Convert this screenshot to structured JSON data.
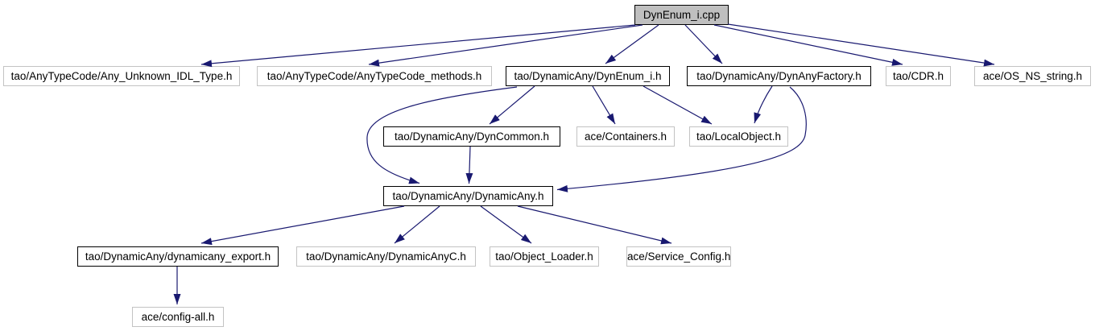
{
  "diagram": {
    "kind": "include-dependency-graph",
    "root_file": "DynEnum_i.cpp",
    "colors": {
      "background": "#ffffff",
      "edge": "#191970",
      "text": "#000000",
      "root_fill": "#bfbfbf",
      "branch_border": "#000000",
      "leaf_border": "#c3c3c3"
    },
    "nodes": [
      {
        "id": "dynenum_i_cpp",
        "label": "DynEnum_i.cpp",
        "style": "root"
      },
      {
        "id": "any_unknown_idl_type",
        "label": "tao/AnyTypeCode/Any_Unknown_IDL_Type.h",
        "style": "leaf"
      },
      {
        "id": "anytypecode_methods",
        "label": "tao/AnyTypeCode/AnyTypeCode_methods.h",
        "style": "leaf"
      },
      {
        "id": "dynenum_i_h",
        "label": "tao/DynamicAny/DynEnum_i.h",
        "style": "branch"
      },
      {
        "id": "dynanyfactory_h",
        "label": "tao/DynamicAny/DynAnyFactory.h",
        "style": "branch"
      },
      {
        "id": "cdr_h",
        "label": "tao/CDR.h",
        "style": "leaf"
      },
      {
        "id": "os_ns_string_h",
        "label": "ace/OS_NS_string.h",
        "style": "leaf"
      },
      {
        "id": "dyncommon_h",
        "label": "tao/DynamicAny/DynCommon.h",
        "style": "branch"
      },
      {
        "id": "containers_h",
        "label": "ace/Containers.h",
        "style": "leaf"
      },
      {
        "id": "localobject_h",
        "label": "tao/LocalObject.h",
        "style": "leaf"
      },
      {
        "id": "dynamicany_h",
        "label": "tao/DynamicAny/DynamicAny.h",
        "style": "branch"
      },
      {
        "id": "dynamicany_export_h",
        "label": "tao/DynamicAny/dynamicany_export.h",
        "style": "branch"
      },
      {
        "id": "dynamicanyc_h",
        "label": "tao/DynamicAny/DynamicAnyC.h",
        "style": "leaf"
      },
      {
        "id": "object_loader_h",
        "label": "tao/Object_Loader.h",
        "style": "leaf"
      },
      {
        "id": "service_config_h",
        "label": "ace/Service_Config.h",
        "style": "leaf"
      },
      {
        "id": "config_all_h",
        "label": "ace/config-all.h",
        "style": "leaf"
      }
    ],
    "edges": [
      {
        "from": "DynEnum_i.cpp",
        "to": "tao/AnyTypeCode/Any_Unknown_IDL_Type.h"
      },
      {
        "from": "DynEnum_i.cpp",
        "to": "tao/AnyTypeCode/AnyTypeCode_methods.h"
      },
      {
        "from": "DynEnum_i.cpp",
        "to": "tao/DynamicAny/DynEnum_i.h"
      },
      {
        "from": "DynEnum_i.cpp",
        "to": "tao/DynamicAny/DynAnyFactory.h"
      },
      {
        "from": "DynEnum_i.cpp",
        "to": "tao/CDR.h"
      },
      {
        "from": "DynEnum_i.cpp",
        "to": "ace/OS_NS_string.h"
      },
      {
        "from": "tao/DynamicAny/DynEnum_i.h",
        "to": "tao/DynamicAny/DynCommon.h"
      },
      {
        "from": "tao/DynamicAny/DynEnum_i.h",
        "to": "ace/Containers.h"
      },
      {
        "from": "tao/DynamicAny/DynEnum_i.h",
        "to": "tao/LocalObject.h"
      },
      {
        "from": "tao/DynamicAny/DynEnum_i.h",
        "to": "tao/DynamicAny/DynamicAny.h"
      },
      {
        "from": "tao/DynamicAny/DynAnyFactory.h",
        "to": "tao/LocalObject.h"
      },
      {
        "from": "tao/DynamicAny/DynAnyFactory.h",
        "to": "tao/DynamicAny/DynamicAny.h"
      },
      {
        "from": "tao/DynamicAny/DynCommon.h",
        "to": "tao/DynamicAny/DynamicAny.h"
      },
      {
        "from": "tao/DynamicAny/DynamicAny.h",
        "to": "tao/DynamicAny/dynamicany_export.h"
      },
      {
        "from": "tao/DynamicAny/DynamicAny.h",
        "to": "tao/DynamicAny/DynamicAnyC.h"
      },
      {
        "from": "tao/DynamicAny/DynamicAny.h",
        "to": "tao/Object_Loader.h"
      },
      {
        "from": "tao/DynamicAny/DynamicAny.h",
        "to": "ace/Service_Config.h"
      },
      {
        "from": "tao/DynamicAny/dynamicany_export.h",
        "to": "ace/config-all.h"
      }
    ]
  }
}
